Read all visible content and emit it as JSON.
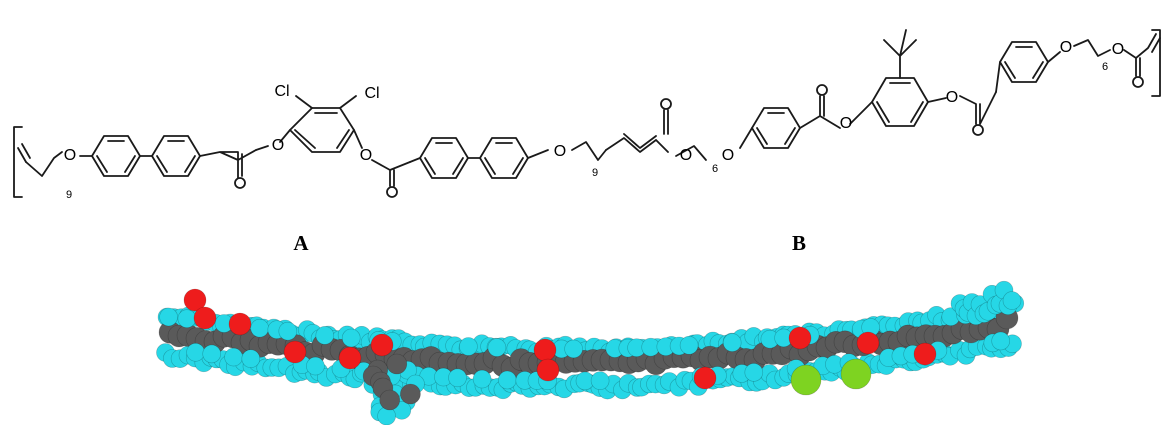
{
  "figure": {
    "labels": {
      "a": "A",
      "b": "B"
    },
    "atoms": {
      "chlorine": "Cl",
      "oxygen": "O"
    },
    "subscripts": {
      "n9": "9",
      "n6": "6"
    },
    "colors": {
      "bond": "#1a1a1a",
      "carbon": "#5a5a5a",
      "hydrogen": "#26d7e6",
      "oxygen": "#ee1c1c",
      "chlorine": "#7ed321",
      "background": "#ffffff"
    },
    "model_description_colors": [
      "carbon",
      "hydrogen",
      "oxygen",
      "chlorine"
    ]
  }
}
